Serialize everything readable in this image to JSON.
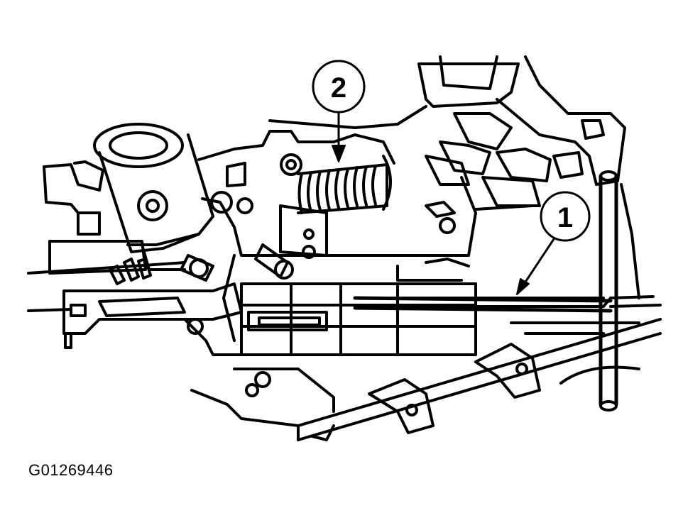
{
  "figure": {
    "id": "G01269446"
  },
  "callouts": [
    {
      "number": "1"
    },
    {
      "number": "2"
    }
  ]
}
